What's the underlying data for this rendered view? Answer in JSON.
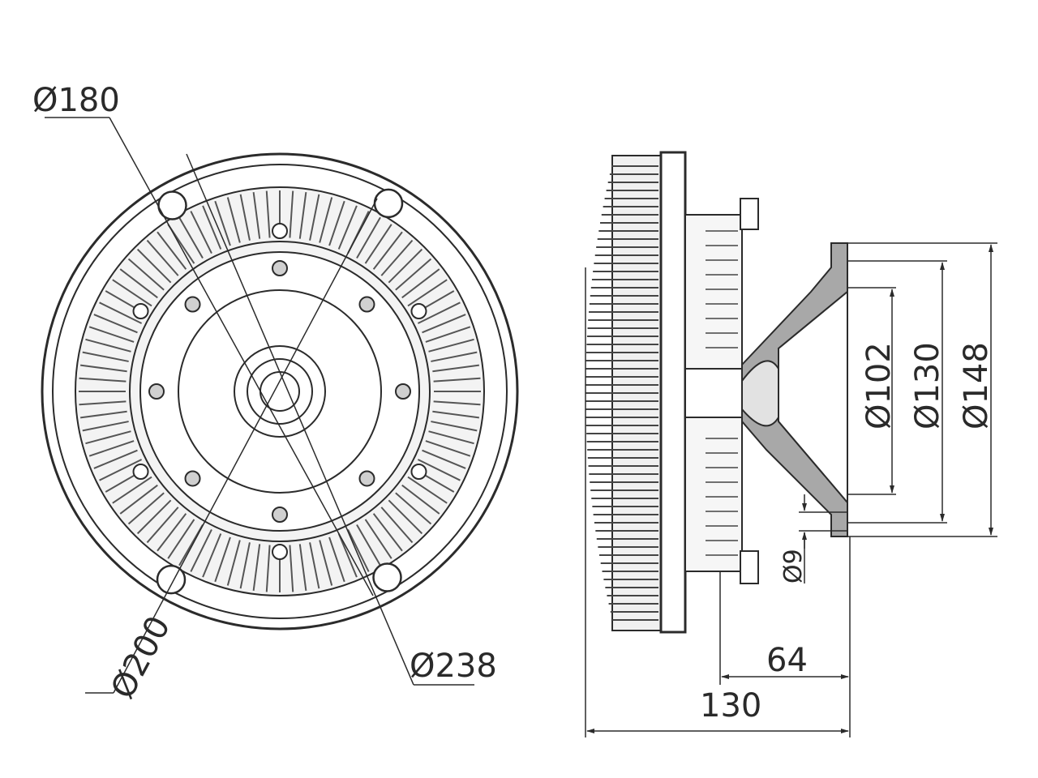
{
  "front_view": {
    "labels": {
      "d180": "Ø180",
      "d200": "Ø200",
      "d238": "Ø238"
    }
  },
  "side_view": {
    "labels": {
      "d102": "Ø102",
      "d130": "Ø130",
      "d148": "Ø148",
      "d9": "Ø9",
      "len64": "64",
      "len130": "130"
    }
  },
  "colors": {
    "line": "#2b2b2b",
    "fill_light": "#f2f2f2",
    "fill_mid": "#d9d9d9",
    "fill_dark": "#8c8c8c"
  }
}
